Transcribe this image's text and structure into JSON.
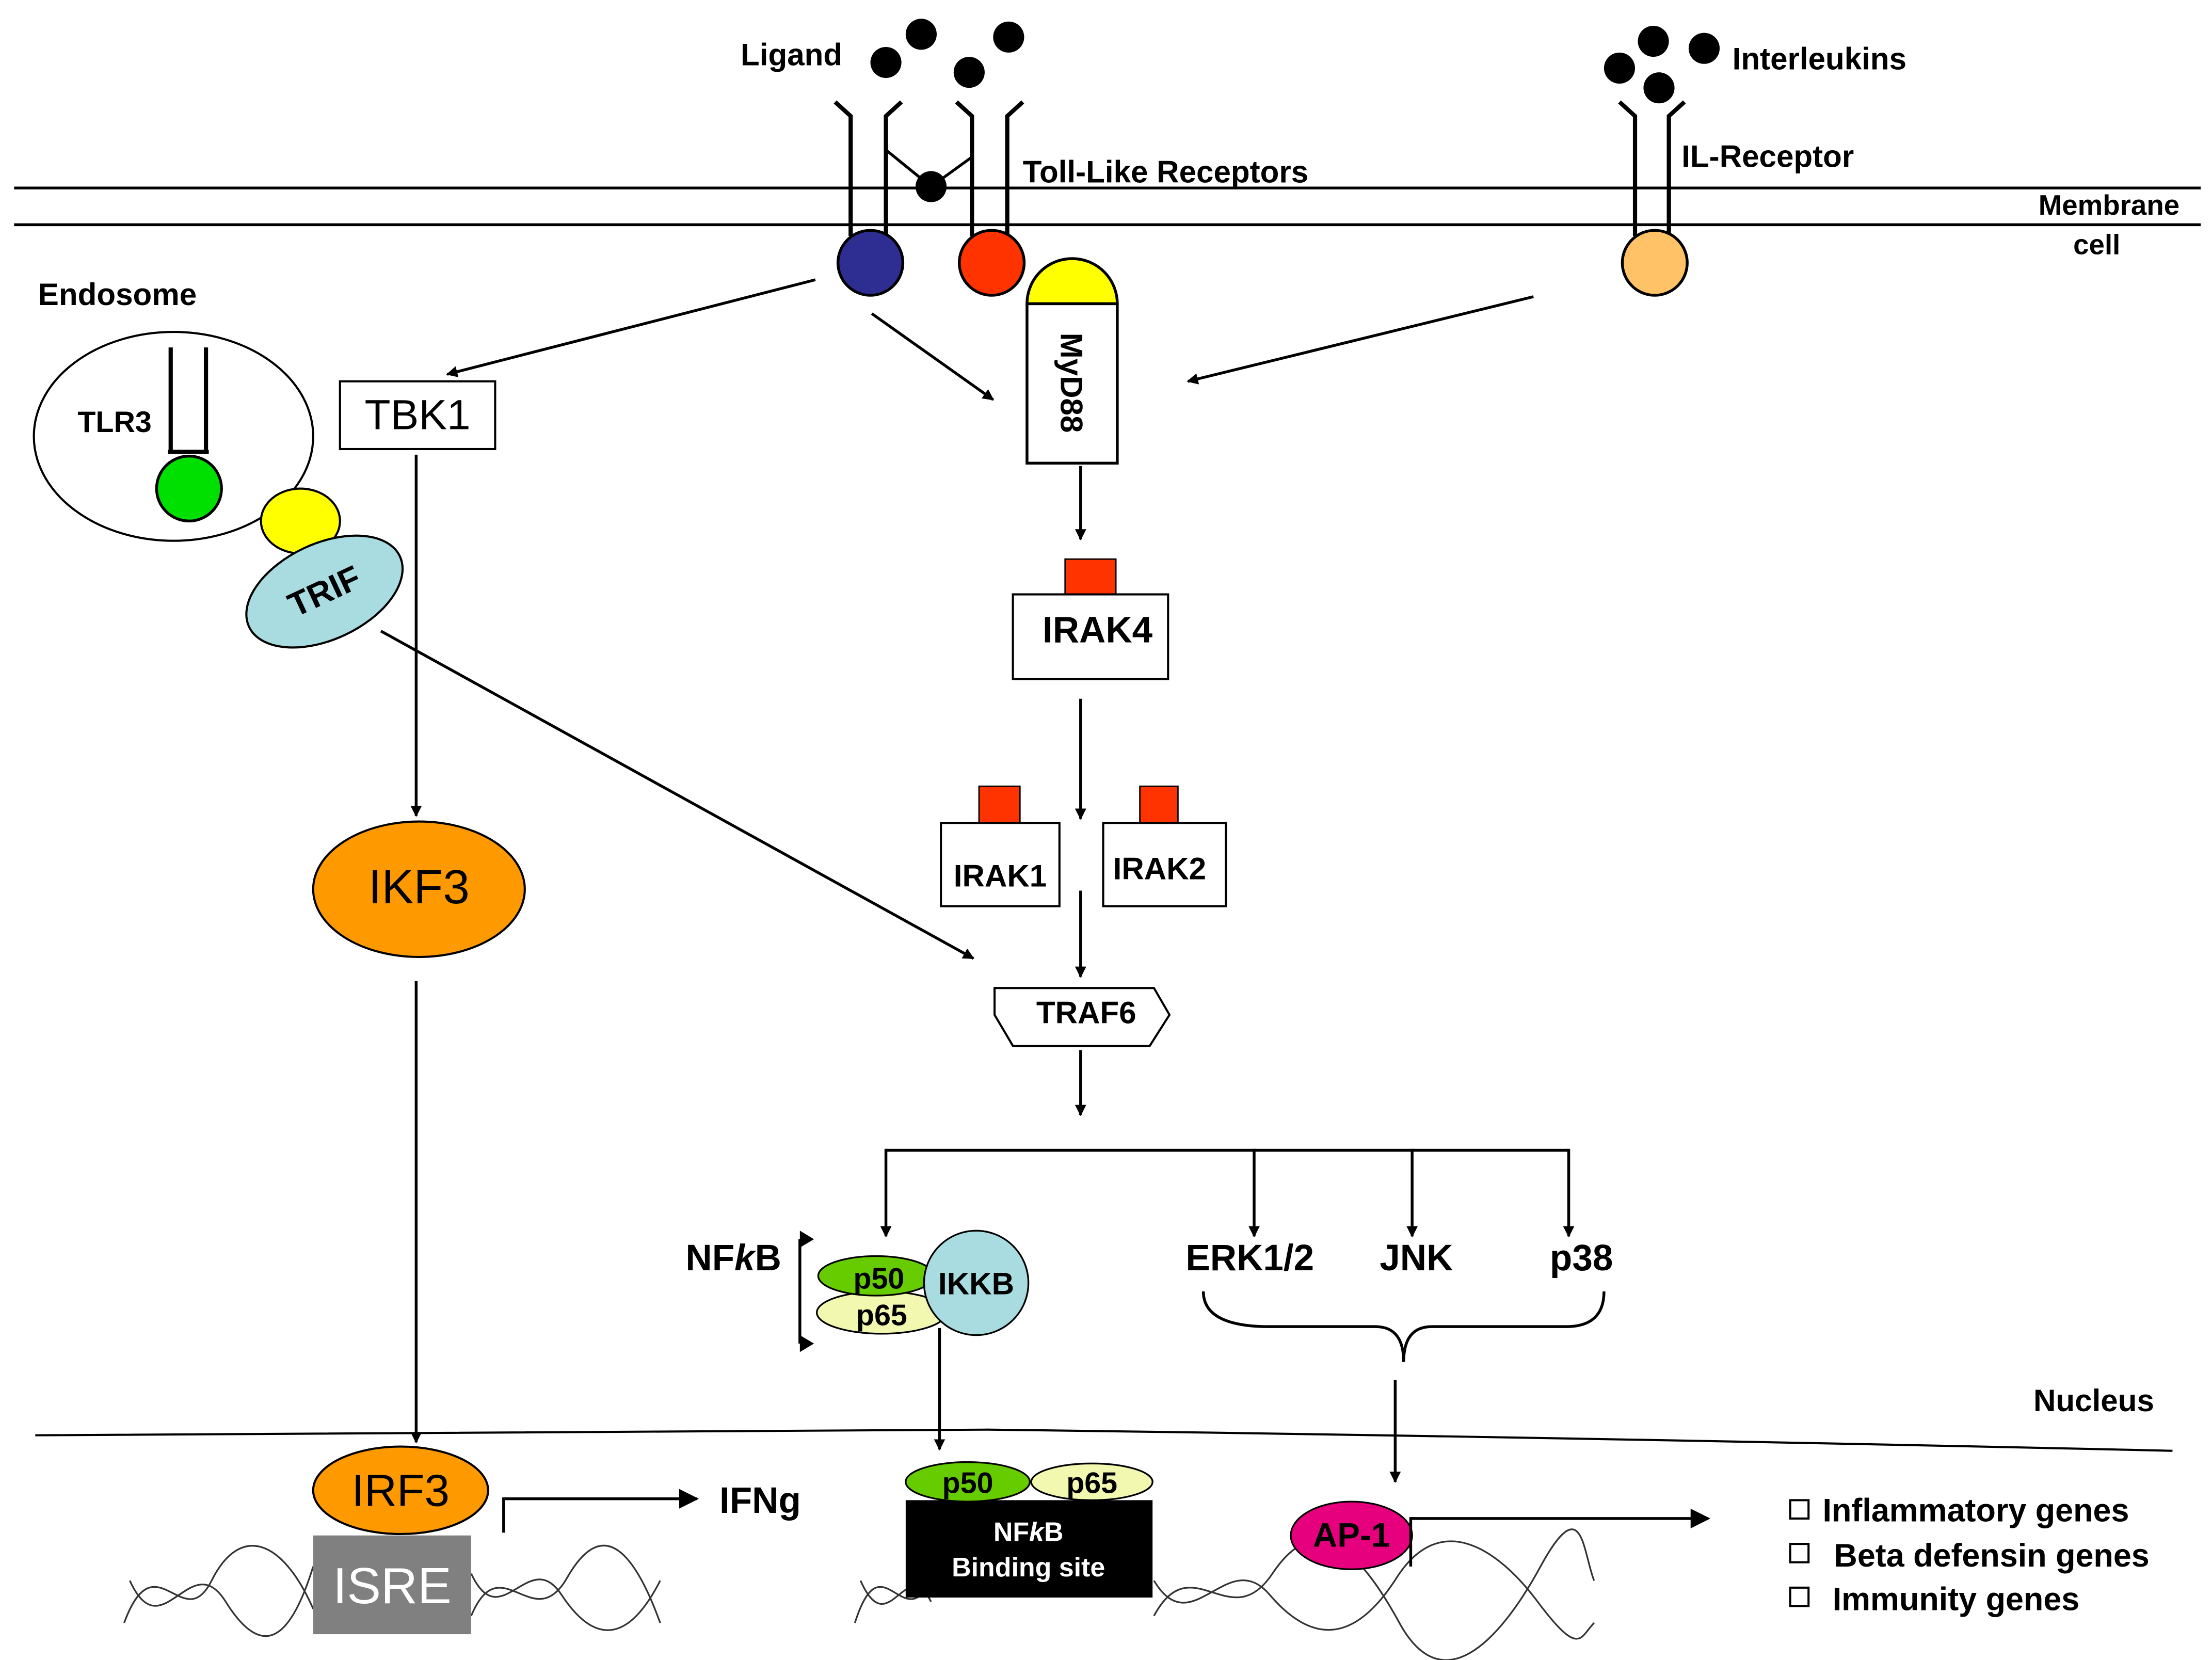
{
  "labels": {
    "ligand": "Ligand",
    "interleukins": "Interleukins",
    "toll_like_receptors": "Toll-Like Receptors",
    "il_receptor": "IL-Receptor",
    "membrane": "Membrane",
    "cell": "cell",
    "endosome": "Endosome",
    "nucleus": "Nucleus"
  },
  "nodes": {
    "tlr3": "TLR3",
    "trif": "TRIF",
    "tbk1": "TBK1",
    "myd88": "MyD88",
    "irak4": "IRAK4",
    "irak1": "IRAK1",
    "irak2": "IRAK2",
    "traf6": "TRAF6",
    "ikf3": "IKF3",
    "nfkb_prefix": "NF",
    "nfkb_italic": "k",
    "nfkb_suffix": "B",
    "p50": "p50",
    "p65": "p65",
    "ikkb": "IKKB",
    "erk": "ERK1/2",
    "jnk": "JNK",
    "p38": "p38",
    "irf3": "IRF3",
    "isre": "ISRE",
    "ifng": "IFNg",
    "nuc_p50": "p50",
    "nuc_p65": "p65",
    "binding_nf": "NF",
    "binding_k": "k",
    "binding_b": "B",
    "binding_site": "Binding site",
    "ap1": "AP-1"
  },
  "genes": [
    "Inflammatory genes",
    "Beta defensin genes",
    "Immunity genes"
  ],
  "colors": {
    "tlr_dark_blue": "#2e2e92",
    "tlr_red": "#ff3300",
    "il_orange_light": "#ffc266",
    "myd88_yellow": "#ffff00",
    "tlr3_green": "#00e000",
    "trif_blue": "#a8dce0",
    "ikf3_orange": "#ff9900",
    "irak_red": "#ff3300",
    "p50_green": "#66cc00",
    "p65_yellow": "#f2f8b0",
    "ikkb_blue": "#a8dce0",
    "ap1_magenta": "#e6007e",
    "isre_grey": "#808080"
  }
}
